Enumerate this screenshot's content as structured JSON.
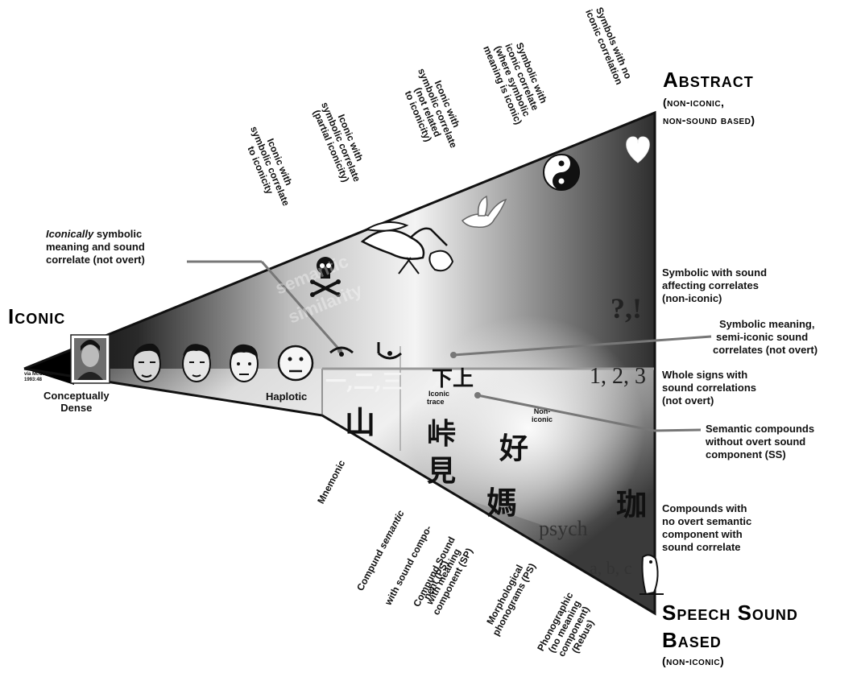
{
  "corners": {
    "iconic": "Iconic",
    "abstract": {
      "title": "Abstract",
      "sub1": "(non-iconic,",
      "sub2": "non-sound based)"
    },
    "speech": {
      "line1": "Speech Sound",
      "line2": "Based",
      "sub": "(non-iconic)"
    }
  },
  "left": {
    "credit1": "via McCloud",
    "credit2": "1993:48",
    "dense1": "Conceptually",
    "dense2": "Dense",
    "haplotic": "Haplotic",
    "iconically_italic": "Iconically",
    "iconically_rest": " symbolic",
    "iconically_line2": "meaning and sound",
    "iconically_line3": "correlate (not overt)"
  },
  "top_labels": [
    "Iconic with\nsymbolic correlate\nto iconicity",
    "Iconic with\nsymbolic correlate\n(partial iconicity)",
    "Iconic with\nsymbolic correlate\n(not related\nto iconicity)",
    "Symbolic with\niconic correlate\n(where symbolic\nmeaning is iconic)",
    "Symbols with no\niconic correlation"
  ],
  "right_labels": {
    "sym_sound": [
      "Symbolic with sound",
      "affecting correlates",
      "(non-iconic)"
    ],
    "sym_semi": [
      "Symbolic meaning,",
      "semi-iconic sound",
      "correlates (not overt)"
    ],
    "whole_signs": [
      "Whole signs with",
      "sound correlations",
      "(not overt)"
    ],
    "semantic_comp": [
      "Semantic compounds",
      "without overt sound",
      "component (SS)"
    ],
    "compounds": [
      "Compounds with",
      "no overt semantic",
      "component with",
      "sound correlate"
    ]
  },
  "bottom_labels": {
    "mnemonic": "Mnemonic",
    "ps1_a": "Compund ",
    "ps1_b": "semantic",
    "ps1_c": "with sound compo-",
    "ps1_d": "nent (PS)",
    "sp": "Compund Sound\nwith meaning\ncomponent (SP)",
    "morph": "Morphological\nphonograms (PS)",
    "phono": "Phonographic\n(no meaning\ncomponent)\n(Rebus)"
  },
  "inner": {
    "question": "?,!",
    "numbers": "1, 2, 3",
    "psych": "psych",
    "abc": "a, b, c",
    "iconic_trace1": "Iconic",
    "iconic_trace2": "trace",
    "non_iconic1": "Non-",
    "non_iconic2": "iconic",
    "chars_123": "一,二,三",
    "chars_updown": "下上",
    "char_mountain": "山",
    "char_peak": "峠",
    "char_see": "見",
    "char_good": "好",
    "char_ma": "媽",
    "char_jia": "珈",
    "watermark1": "semantic",
    "watermark2": "similarity"
  }
}
